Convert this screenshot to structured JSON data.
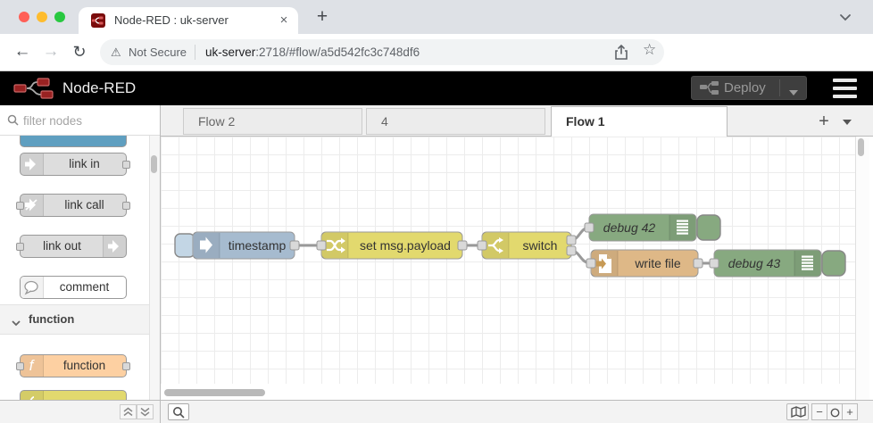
{
  "browser": {
    "tab_title": "Node-RED : uk-server",
    "security_label": "Not Secure",
    "url_host": "uk-server",
    "url_path": ":2718/#flow/a5d542fc3c748df6"
  },
  "glyphs": {
    "close_tab": "×",
    "new_tab": "+",
    "back": "←",
    "forward": "→",
    "reload": "↻",
    "warning": "⚠",
    "star": "☆",
    "menu_dots": "⋮",
    "tab_add": "+",
    "zoom_out": "−",
    "zoom_in": "+"
  },
  "header": {
    "title": "Node-RED",
    "deploy_label": "Deploy"
  },
  "palette": {
    "filter_placeholder": "filter nodes",
    "category_label": "function",
    "items": [
      {
        "label": "link in"
      },
      {
        "label": "link call"
      },
      {
        "label": "link out"
      },
      {
        "label": "comment"
      },
      {
        "label": "function"
      }
    ]
  },
  "workspace": {
    "tabs": [
      {
        "label": "Flow 2",
        "active": false
      },
      {
        "label": "4",
        "active": false
      },
      {
        "label": "Flow 1",
        "active": true
      }
    ]
  },
  "flow": {
    "nodes": [
      {
        "type": "inject",
        "label": "timestamp"
      },
      {
        "type": "change",
        "label": "set msg.payload"
      },
      {
        "type": "switch",
        "label": "switch"
      },
      {
        "type": "debug",
        "label": "debug 42"
      },
      {
        "type": "file",
        "label": "write file"
      },
      {
        "type": "debug",
        "label": "debug 43"
      }
    ]
  },
  "colors": {
    "inject": "#a6bbcf",
    "change": "#e2d96e",
    "switch": "#e2d96e",
    "debug": "#87a980",
    "file": "#deb887",
    "function": "#fdd0a2",
    "link": "#dddddd",
    "header_bg": "#000000",
    "brand_red": "#8f0000"
  }
}
